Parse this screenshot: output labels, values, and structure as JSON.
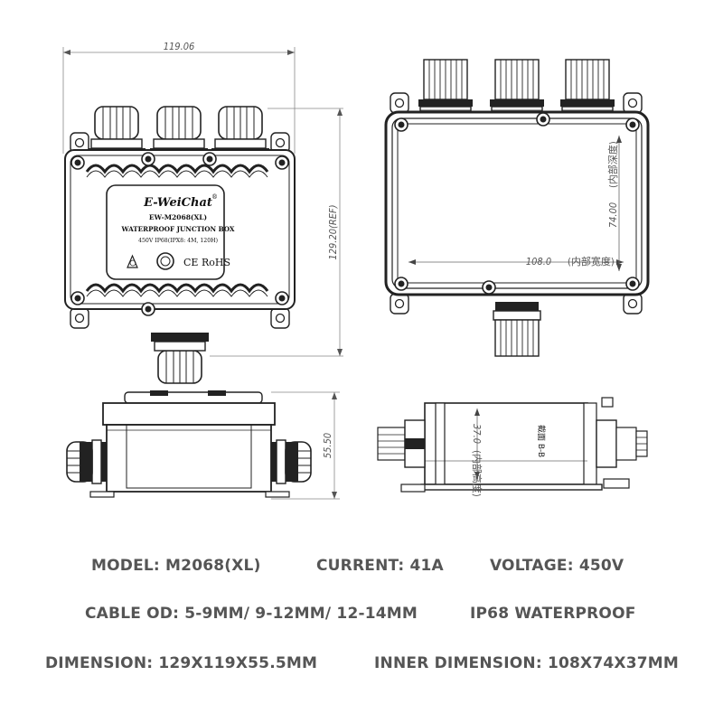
{
  "drawings": {
    "front_view": {
      "dim_width": "119.06",
      "dim_height": "129.20(REF)",
      "label": {
        "brand": "E-WeiChat",
        "brand_mark": "®",
        "model_line": "EW-M2068(XL)",
        "title_line": "WATERPROOF JUNCTION BOX",
        "rating_line": "450V    IP68(IPX8:  4M, 120H)",
        "cert_ce": "CE",
        "cert_rohs": "RoHS"
      }
    },
    "inner_top_view": {
      "dim_width": "108.0",
      "dim_depth": "74.00"
    },
    "side_view": {
      "dim_height": "55.50"
    },
    "section_view": {
      "dim_inner_height": "37.0",
      "section_label": "截面 B-B"
    }
  },
  "specs": {
    "model": "MODEL: M2068(XL)",
    "current": "CURRENT: 41A",
    "voltage": "VOLTAGE: 450V",
    "cable_od": "CABLE OD: 5-9MM/ 9-12MM/ 12-14MM",
    "waterproof": "IP68 WATERPROOF",
    "dimension": "DIMENSION: 129X119X55.5MM",
    "inner_dimension": "INNER DIMENSION: 108X74X37MM"
  },
  "colors": {
    "line": "#222222",
    "dim_line": "#777777",
    "spec_text": "#555555"
  }
}
